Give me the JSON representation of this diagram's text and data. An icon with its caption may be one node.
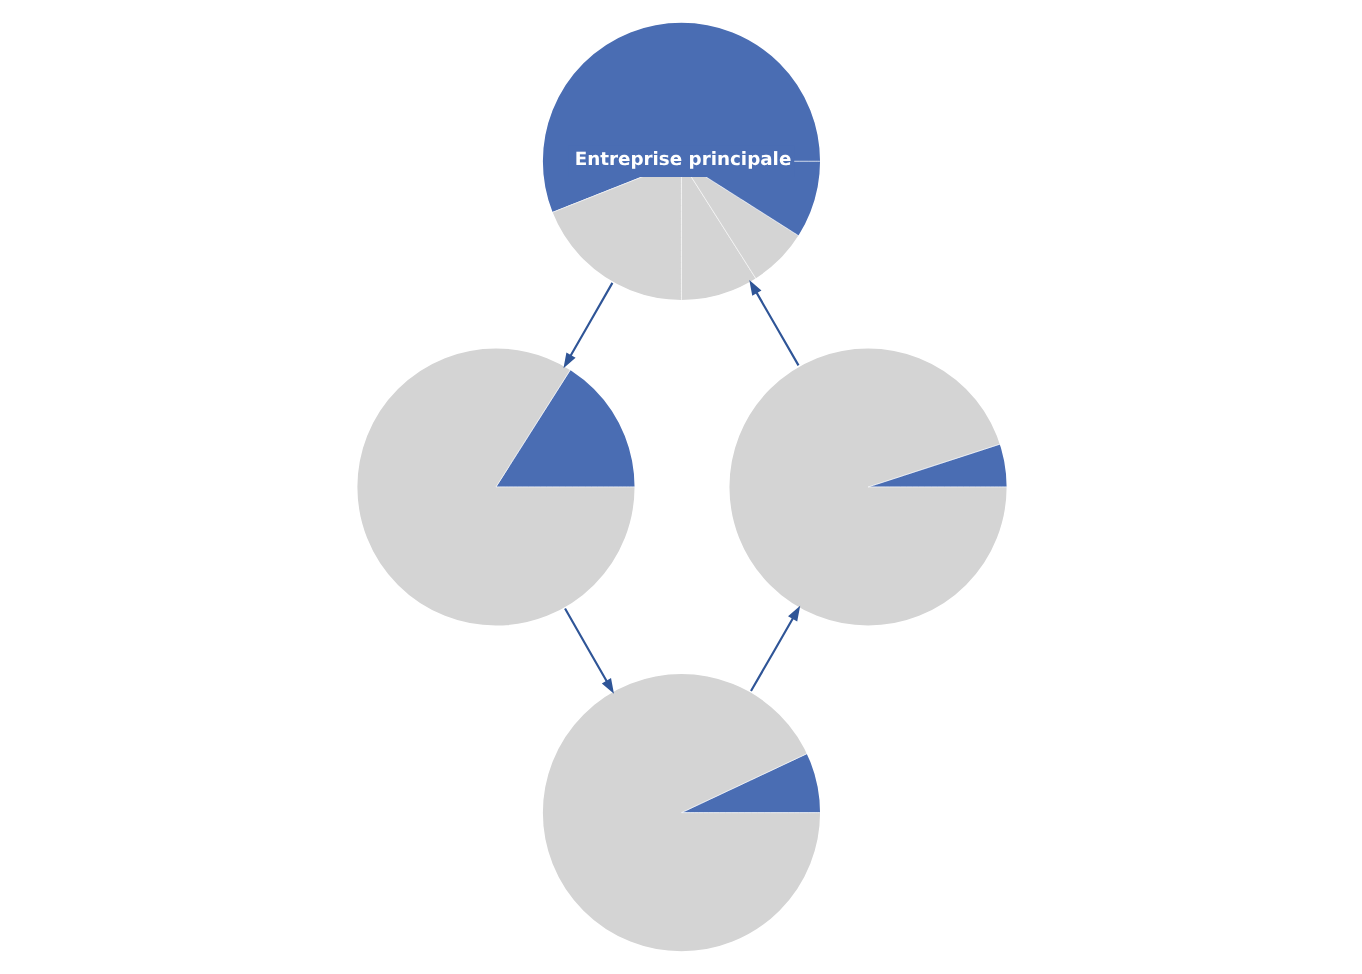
{
  "diagram": {
    "nodes": [
      {
        "text": [
          "Entreprise principale"
        ]
      },
      {
        "text": [],
        "shape": "circle"
      },
      {
        "text": [],
        "shape": "circle"
      },
      {
        "text": [],
        "shape": "circle"
      }
    ],
    "edges": [
      {
        "from": 0,
        "to": 1,
        "arrow": "to"
      },
      {
        "from": 1,
        "to": 2,
        "arrow": "to"
      },
      {
        "from": 2,
        "to": 3,
        "arrow": "to"
      },
      {
        "from": 3,
        "to": 0,
        "arrow": "to"
      }
    ]
  }
}
